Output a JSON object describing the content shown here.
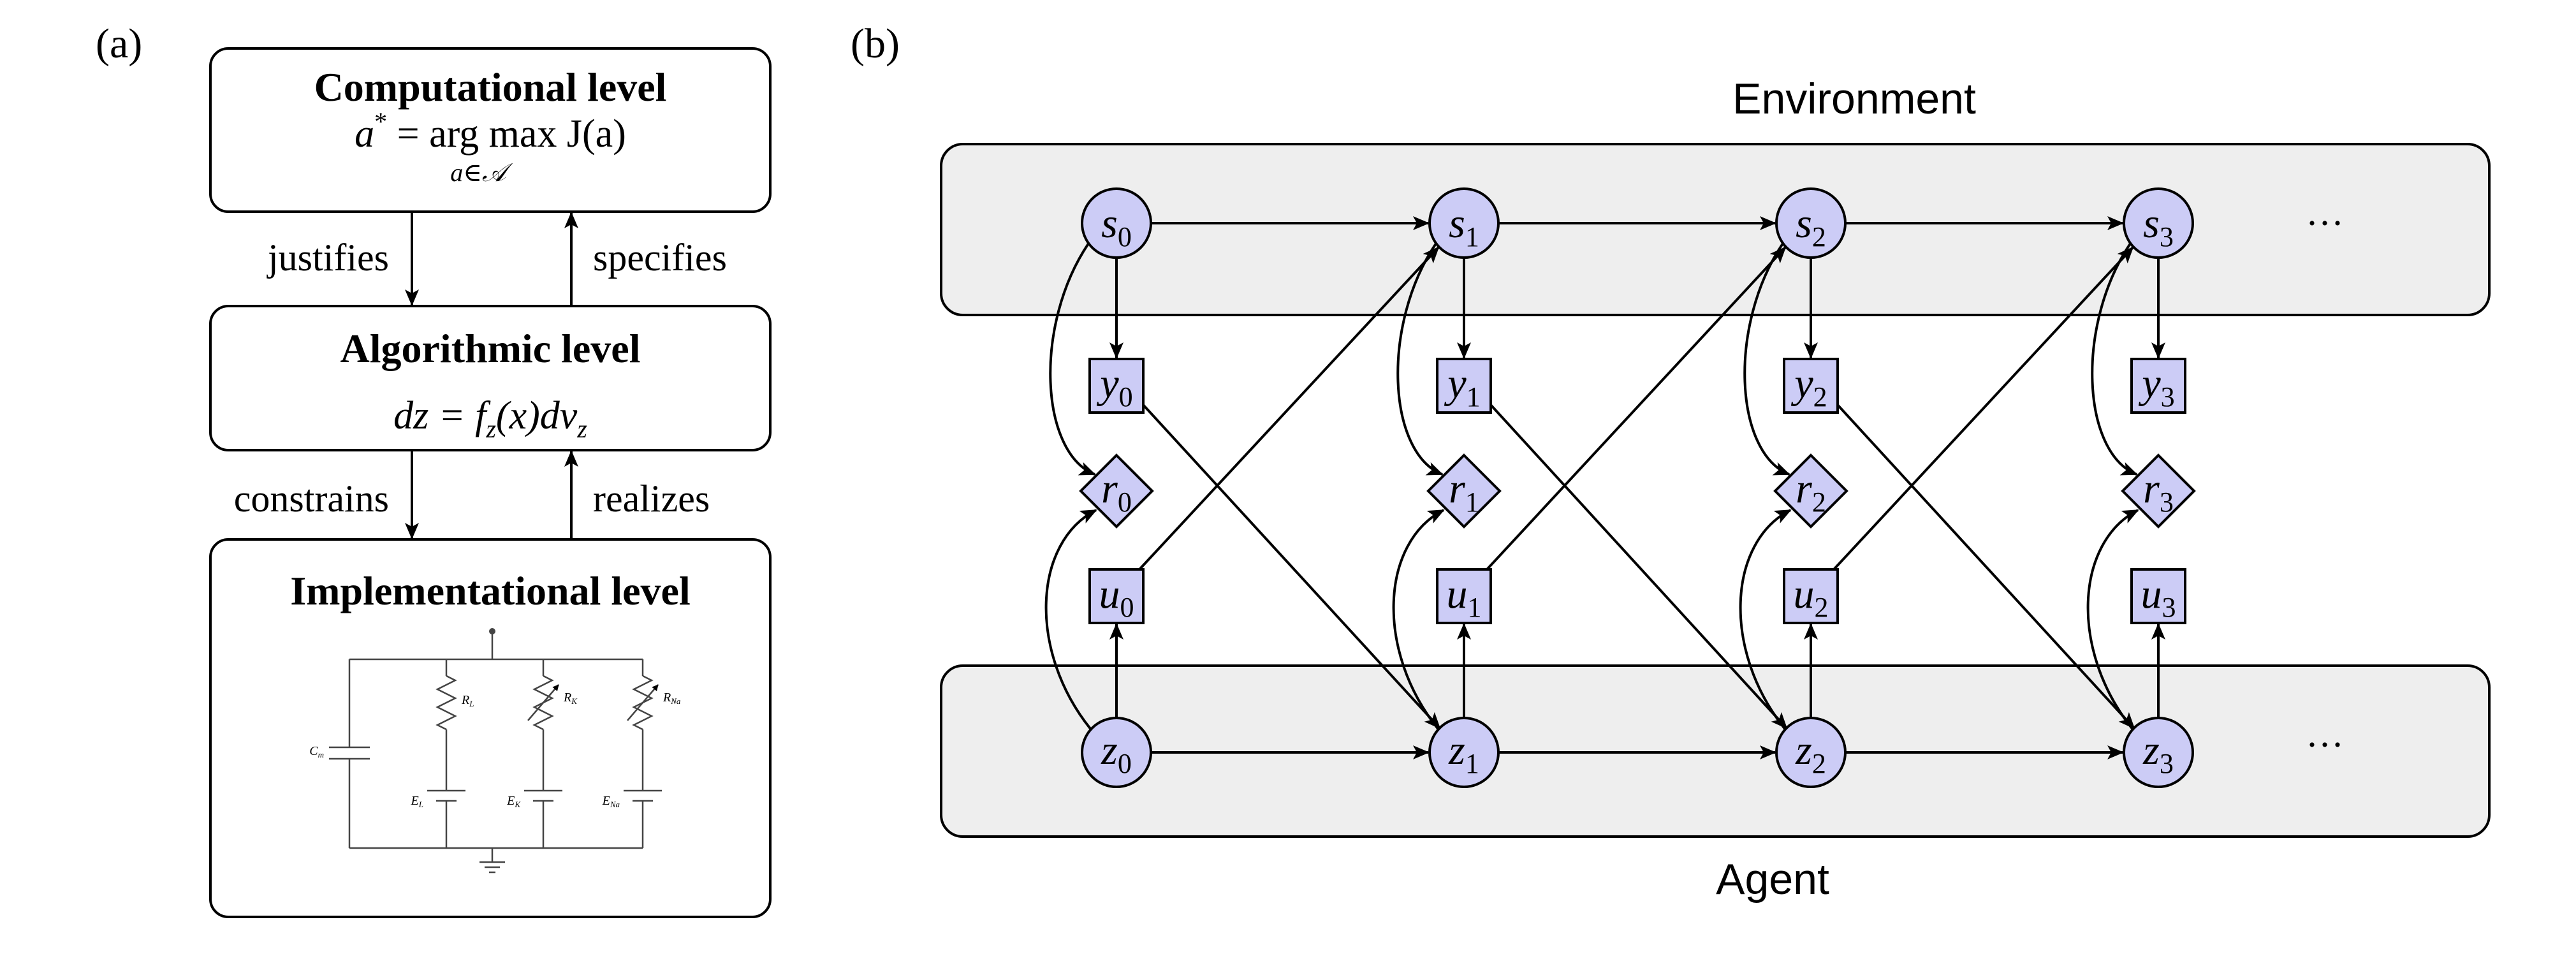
{
  "panel_a": {
    "tag": "(a)",
    "computational": {
      "title": "Computational level",
      "formula_lhs": "a",
      "formula_sup": "*",
      "formula_rhs": " = arg max J(a)",
      "formula_sub": "a∈𝒜"
    },
    "algorithmic": {
      "title": "Algorithmic level",
      "formula": "dz = f",
      "formula_sub": "z",
      "formula_rest": "(x)dv",
      "formula_sub2": "z"
    },
    "implementational": {
      "title": "Implementational level"
    },
    "arrows": {
      "justifies": "justifies",
      "specifies": "specifies",
      "constrains": "constrains",
      "realizes": "realizes"
    },
    "circuit": {
      "labels": {
        "Cm": "C",
        "Cm_sub": "m",
        "RL": "R",
        "RL_sub": "L",
        "RK": "R",
        "RK_sub": "K",
        "RNa": "R",
        "RNa_sub": "Na",
        "EL": "E",
        "EL_sub": "L",
        "EK": "E",
        "EK_sub": "K",
        "ENa": "E",
        "ENa_sub": "Na"
      }
    }
  },
  "panel_b": {
    "tag": "(b)",
    "environment_label": "Environment",
    "agent_label": "Agent",
    "ellipsis": "···",
    "columns": [
      {
        "s": "s",
        "y": "y",
        "r": "r",
        "u": "u",
        "z": "z",
        "idx": "0"
      },
      {
        "s": "s",
        "y": "y",
        "r": "r",
        "u": "u",
        "z": "z",
        "idx": "1"
      },
      {
        "s": "s",
        "y": "y",
        "r": "r",
        "u": "u",
        "z": "z",
        "idx": "2"
      },
      {
        "s": "s",
        "y": "y",
        "r": "r",
        "u": "u",
        "z": "z",
        "idx": "3"
      }
    ],
    "colors": {
      "node_fill": "#ccccf6",
      "band_fill": "#eeeeee"
    }
  }
}
